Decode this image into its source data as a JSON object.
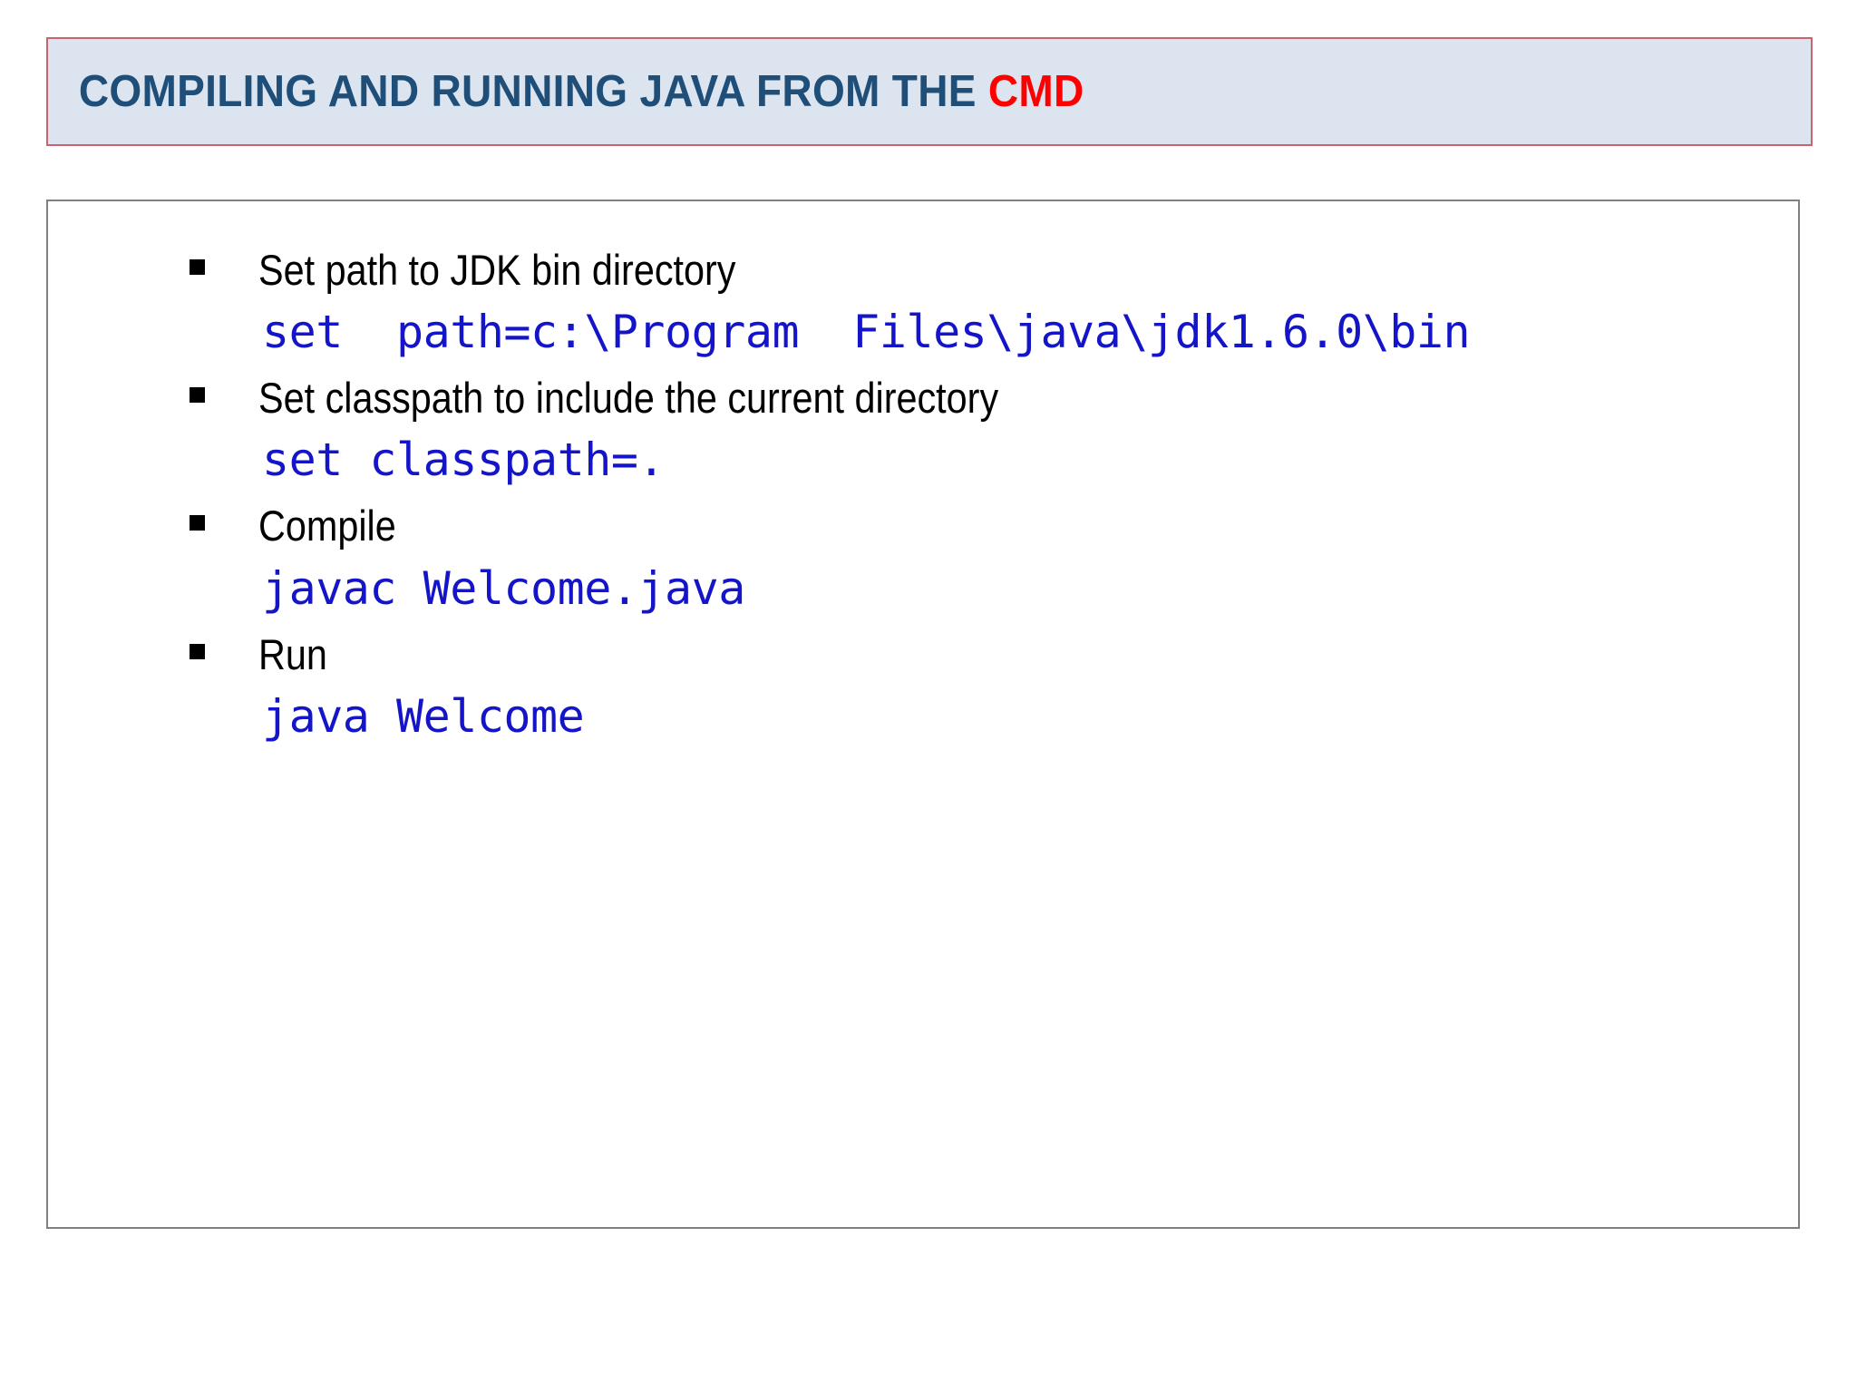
{
  "slide": {
    "title": {
      "text_before": "COMPILING AND RUNNING JAVA FROM THE ",
      "accent": "CMD",
      "full": "COMPILING AND RUNNING JAVA FROM THE CMD"
    },
    "colors": {
      "title_text": "#1F4E79",
      "title_accent": "#FF0000",
      "title_fill": "#DCE4EF",
      "title_border": "#C9636F",
      "content_border": "#808080",
      "code_text": "#1414C8",
      "body_text": "#000000"
    },
    "content": {
      "items": [
        {
          "bullet": "Set path to JDK bin directory",
          "code": "set  path=c:\\Program  Files\\java\\jdk1.6.0\\bin"
        },
        {
          "bullet": "Set classpath to include the current directory",
          "code": "set classpath=."
        },
        {
          "bullet": "Compile",
          "code": "javac Welcome.java"
        },
        {
          "bullet": "Run",
          "code": "java Welcome"
        }
      ]
    }
  }
}
